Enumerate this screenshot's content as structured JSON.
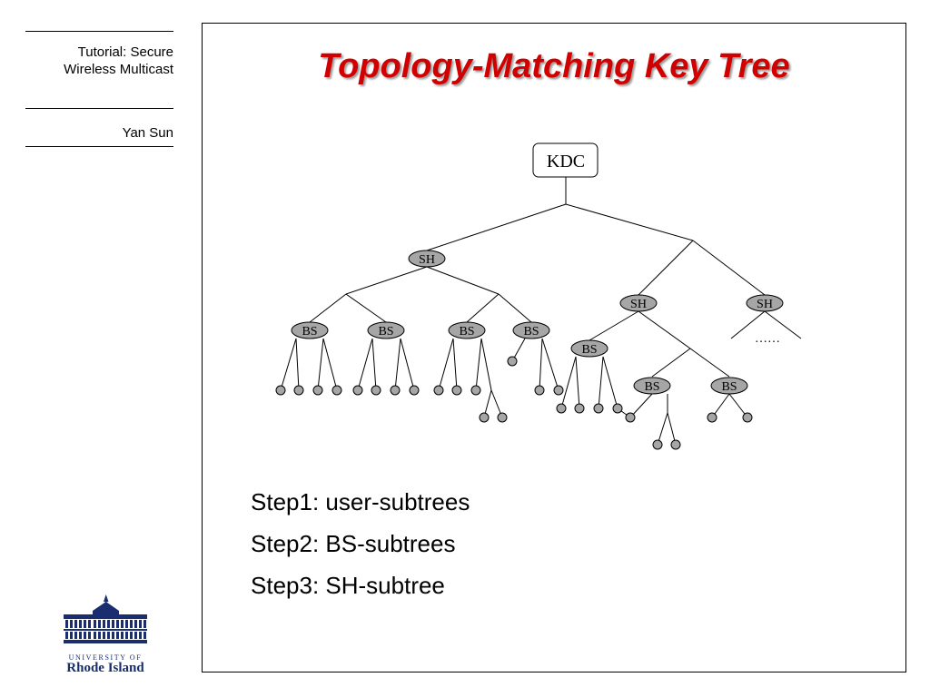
{
  "sidebar": {
    "course_line1": "Tutorial: Secure",
    "course_line2": "Wireless Multicast",
    "author": "Yan Sun"
  },
  "slide": {
    "title": "Topology-Matching Key Tree",
    "steps": [
      "Step1: user-subtrees",
      "Step2: BS-subtrees",
      "Step3: SH-subtree"
    ]
  },
  "diagram": {
    "root_label": "KDC",
    "sh_label": "SH",
    "bs_label": "BS",
    "ellipsis": "……"
  },
  "logo": {
    "line1": "UNIVERSITY OF",
    "line2": "Rhode Island"
  },
  "colors": {
    "title": "#d10000",
    "node_fill": "#a6a6a6",
    "logo": "#1a2d6e"
  }
}
